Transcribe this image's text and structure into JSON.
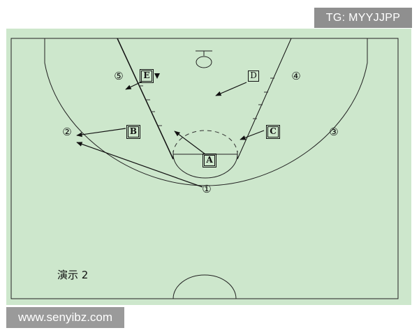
{
  "diagram": {
    "caption": "演示 2",
    "players": {
      "p1": "①",
      "p2": "②",
      "p3": "③",
      "p4": "④",
      "p5": "⑤"
    },
    "defenders": {
      "a": "A",
      "b": "B",
      "c": "C",
      "d": "D",
      "e": "E"
    }
  },
  "watermarks": {
    "top": "TG: MYYJJPP",
    "bottom": "www.senyibz.com"
  },
  "colors": {
    "court": "#cde7cc",
    "lines": "#222222",
    "watermark_bg": "#8f8f8f"
  }
}
